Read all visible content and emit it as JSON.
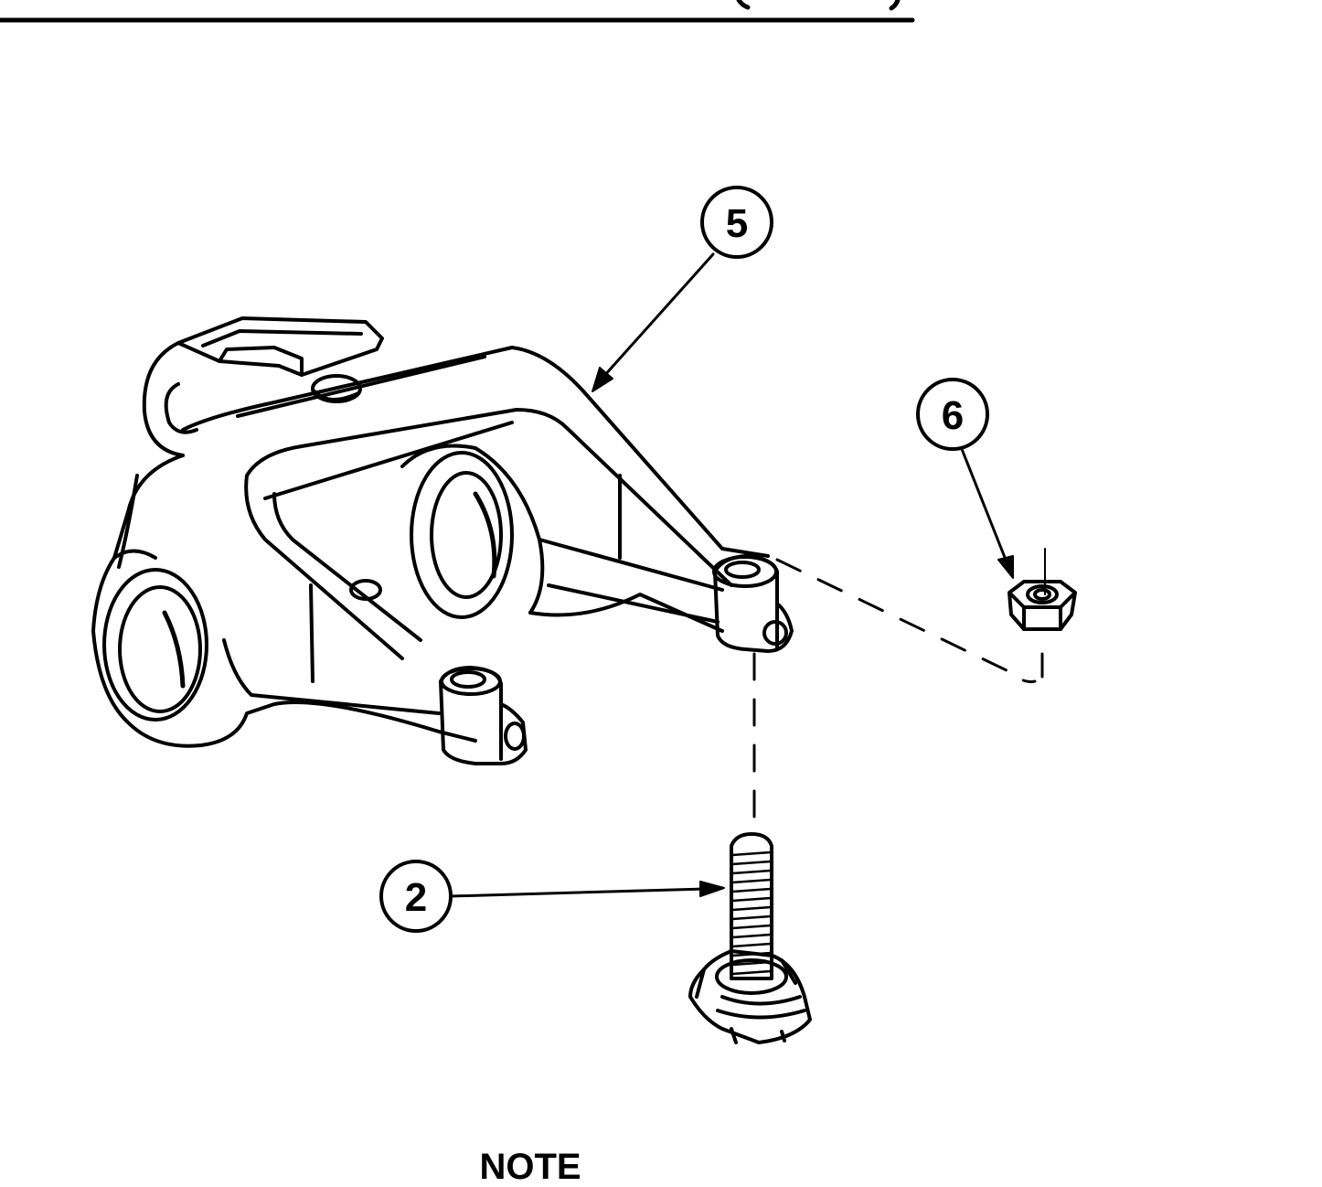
{
  "callouts": [
    {
      "label": "5"
    },
    {
      "label": "6"
    },
    {
      "label": "2"
    }
  ],
  "note": {
    "heading": "NOTE"
  },
  "colors": {
    "ink": "#000000",
    "paper": "#ffffff"
  }
}
